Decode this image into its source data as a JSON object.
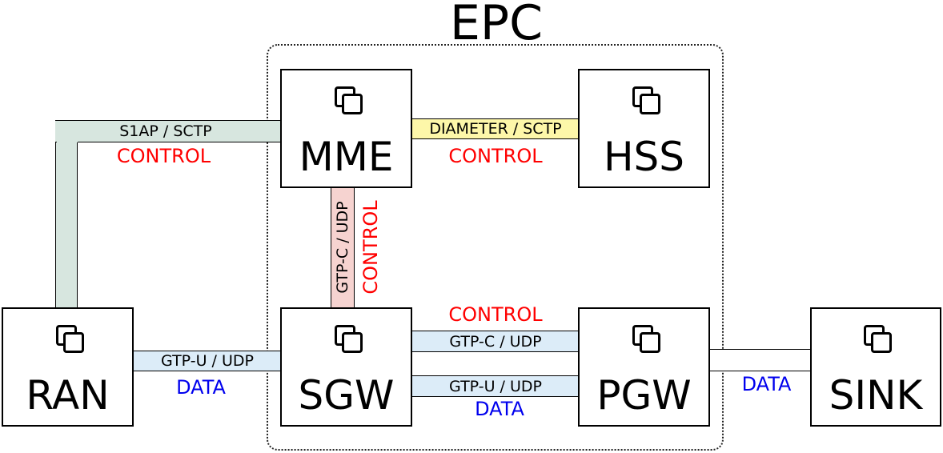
{
  "diagram": {
    "title": "EPC",
    "nodes": {
      "mme": "MME",
      "hss": "HSS",
      "ran": "RAN",
      "sgw": "SGW",
      "pgw": "PGW",
      "sink": "SINK"
    },
    "links": {
      "ran_mme": {
        "protocol": "S1AP / SCTP",
        "plane": "CONTROL",
        "color": "#d7e6df"
      },
      "mme_hss": {
        "protocol": "DIAMETER / SCTP",
        "plane": "CONTROL",
        "color": "#fdf7a9"
      },
      "mme_sgw": {
        "protocol": "GTP-C / UDP",
        "plane": "CONTROL",
        "color": "#f6d3d0"
      },
      "ran_sgw": {
        "protocol": "GTP-U / UDP",
        "plane": "DATA",
        "color": "#dcecf8"
      },
      "sgw_pgw_control": {
        "protocol": "GTP-C / UDP",
        "plane": "CONTROL",
        "color": "#dcecf8"
      },
      "sgw_pgw_data": {
        "protocol": "GTP-U / UDP",
        "plane": "DATA",
        "color": "#dcecf8"
      },
      "pgw_sink": {
        "protocol": "",
        "plane": "DATA",
        "color": "#ffffff"
      }
    },
    "icon": "stacked-windows-icon",
    "colors": {
      "control": "#ff0000",
      "data": "#0000ee"
    }
  }
}
